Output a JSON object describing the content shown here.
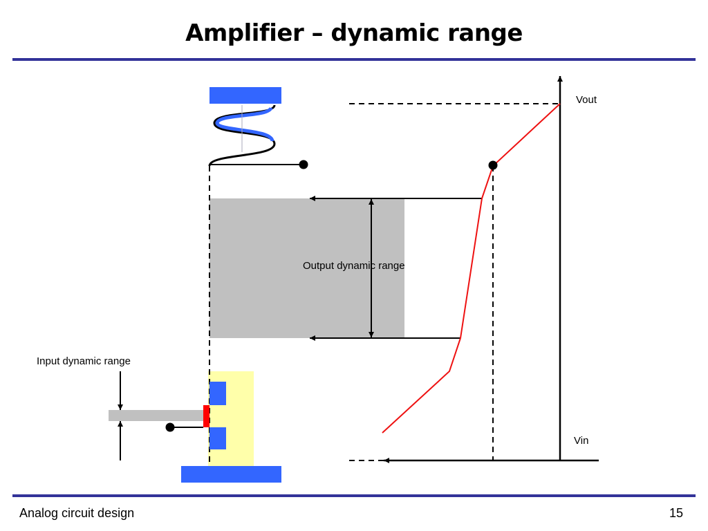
{
  "slide": {
    "title": "Amplifier – dynamic range",
    "footer_left": "Analog circuit design",
    "page_number": "15"
  },
  "diagram": {
    "labels": {
      "output_dynamic_range": "Output dynamic range",
      "input_dynamic_range": "Input dynamic range",
      "vout": "Vout",
      "vin": "Vin"
    },
    "colors": {
      "title_rule": "#333399",
      "transistor_blue": "#3366ff",
      "transfer_curve": "#ee1111",
      "range_band": "#c0c0c0",
      "input_highlight": "#ffffaa",
      "gate_contact": "#ff0000"
    }
  }
}
